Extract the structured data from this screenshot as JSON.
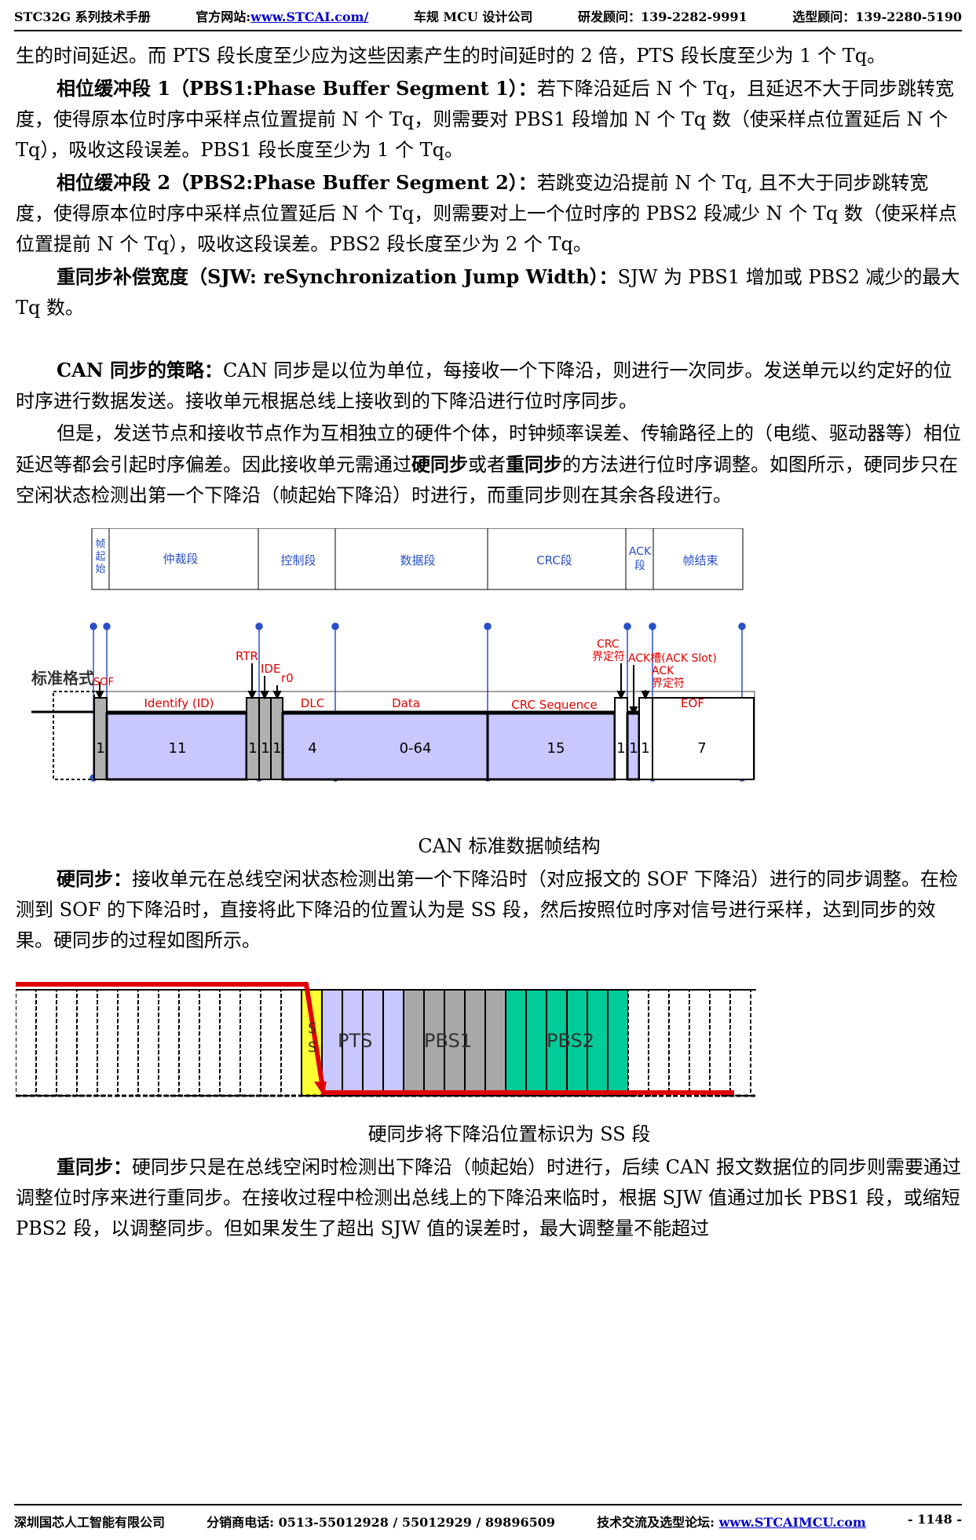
{
  "header": {
    "manual": "STC32G 系列技术手册",
    "site_label": "官方网站:",
    "site_url": "www.STCAI.com/",
    "company": "车规 MCU 设计公司",
    "rd_advisor": "研发顾问：139-2282-9991",
    "sel_advisor": "选型顾问：139-2280-5190"
  },
  "paragraphs": {
    "p0": "生的时间延迟。而 PTS 段长度至少应为这些因素产生的时间延时的 2 倍，PTS 段长度至少为 1 个 Tq。",
    "p1_bold": "相位缓冲段 1（PBS1:Phase Buffer Segment 1）：",
    "p1_text": "若下降沿延后 N 个 Tq，且延迟不大于同步跳转宽度，使得原本位时序中采样点位置提前 N 个 Tq，则需要对 PBS1 段增加 N 个 Tq 数（使采样点位置延后 N 个 Tq），吸收这段误差。PBS1 段长度至少为 1 个 Tq。",
    "p2_bold": "相位缓冲段 2（PBS2:Phase Buffer Segment 2）：",
    "p2_text": "若跳变边沿提前 N 个 Tq, 且不大于同步跳转宽度，使得原本位时序中采样点位置延后 N 个 Tq，则需要对上一个位时序的 PBS2 段减少 N 个 Tq 数（使采样点位置提前 N 个 Tq），吸收这段误差。PBS2 段长度至少为 2 个 Tq。",
    "p3_bold": "重同步补偿宽度（SJW: reSynchronization Jump Width）：",
    "p3_text": "SJW 为 PBS1 增加或 PBS2 减少的最大 Tq 数。",
    "p4_bold": "CAN 同步的策略：",
    "p4_text": "CAN 同步是以位为单位，每接收一个下降沿，则进行一次同步。发送单元以约定好的位时序进行数据发送。接收单元根据总线上接收到的下降沿进行位时序同步。",
    "p5_a": "但是，发送节点和接收节点作为互相独立的硬件个体，时钟频率误差、传输路径上的（电缆、驱动器等）相位延迟等都会引起时序偏差。因此接收单元需通过",
    "p5_b1": "硬同步",
    "p5_c": "或者",
    "p5_b2": "重同步",
    "p5_d": "的方法进行位时序调整。如图所示，硬同步只在空闲状态检测出第一个下降沿（帧起始下降沿）时进行，而重同步则在其余各段进行。",
    "caption1": "CAN 标准数据帧结构",
    "p6_bold": "硬同步：",
    "p6_text": "接收单元在总线空闲状态检测出第一个下降沿时（对应报文的 SOF 下降沿）进行的同步调整。在检测到 SOF 的下降沿时，直接将此下降沿的位置认为是 SS 段，然后按照位时序对信号进行采样，达到同步的效果。硬同步的过程如图所示。",
    "caption2": "硬同步将下降沿位置标识为 SS 段",
    "p7_bold": "重同步：",
    "p7_text": "硬同步只是在总线空闲时检测出下降沿（帧起始）时进行，后续 CAN 报文数据位的同步则需要通过调整位时序来进行重同步。在接收过程中检测出总线上的下降沿来临时，根据 SJW 值通过加长 PBS1 段，或缩短 PBS2 段，以调整同步。但如果发生了超出 SJW 值的误差时，最大调整量不能超过"
  },
  "frame_diagram": {
    "segments": [
      "帧起始",
      "仲裁段",
      "控制段",
      "数据段",
      "CRC段",
      "ACK段",
      "帧结束"
    ],
    "std_label": "标准格式",
    "field_names": [
      "SOF",
      "Identify (ID)",
      "DLC",
      "Data",
      "CRC Sequence",
      "EOF"
    ],
    "bit_labels": [
      "RTR",
      "IDE",
      "r0",
      "CRC界定符",
      "ACK槽(ACK Slot)",
      "ACK界定符"
    ],
    "bit_counts": [
      "1",
      "11",
      "1",
      "1",
      "1",
      "4",
      "0-64",
      "15",
      "1",
      "1",
      "1",
      "7"
    ]
  },
  "sync_diagram": {
    "labels": [
      "SS",
      "PTS",
      "PBS1",
      "PBS2"
    ],
    "colors": {
      "ss": "#ffff33",
      "pts": "#c8c8ff",
      "pbs1": "#a8a8a8",
      "pbs2": "#00cc99",
      "edge": "#e00000"
    }
  },
  "footer": {
    "company": "深圳国芯人工智能有限公司",
    "phone": "分销商电话: 0513-55012928 / 55012929 / 89896509",
    "forum_label": "技术交流及选型论坛:",
    "forum_url": "www.STCAIMCU.com",
    "page": "- 1148 -"
  }
}
